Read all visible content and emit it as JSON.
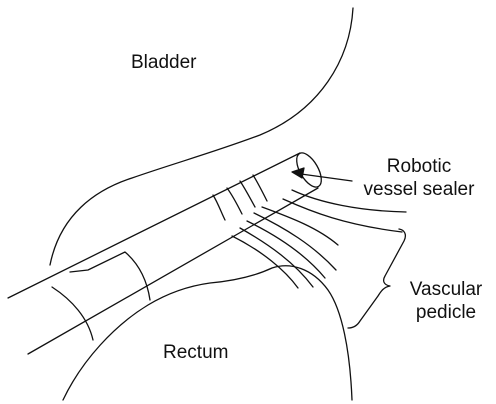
{
  "labels": {
    "bladder": "Bladder",
    "rectum": "Rectum",
    "sealer_line1": "Robotic",
    "sealer_line2": "vessel sealer",
    "pedicle_line1": "Vascular",
    "pedicle_line2": "pedicle"
  },
  "colors": {
    "stroke": "#111111",
    "background": "#ffffff"
  }
}
